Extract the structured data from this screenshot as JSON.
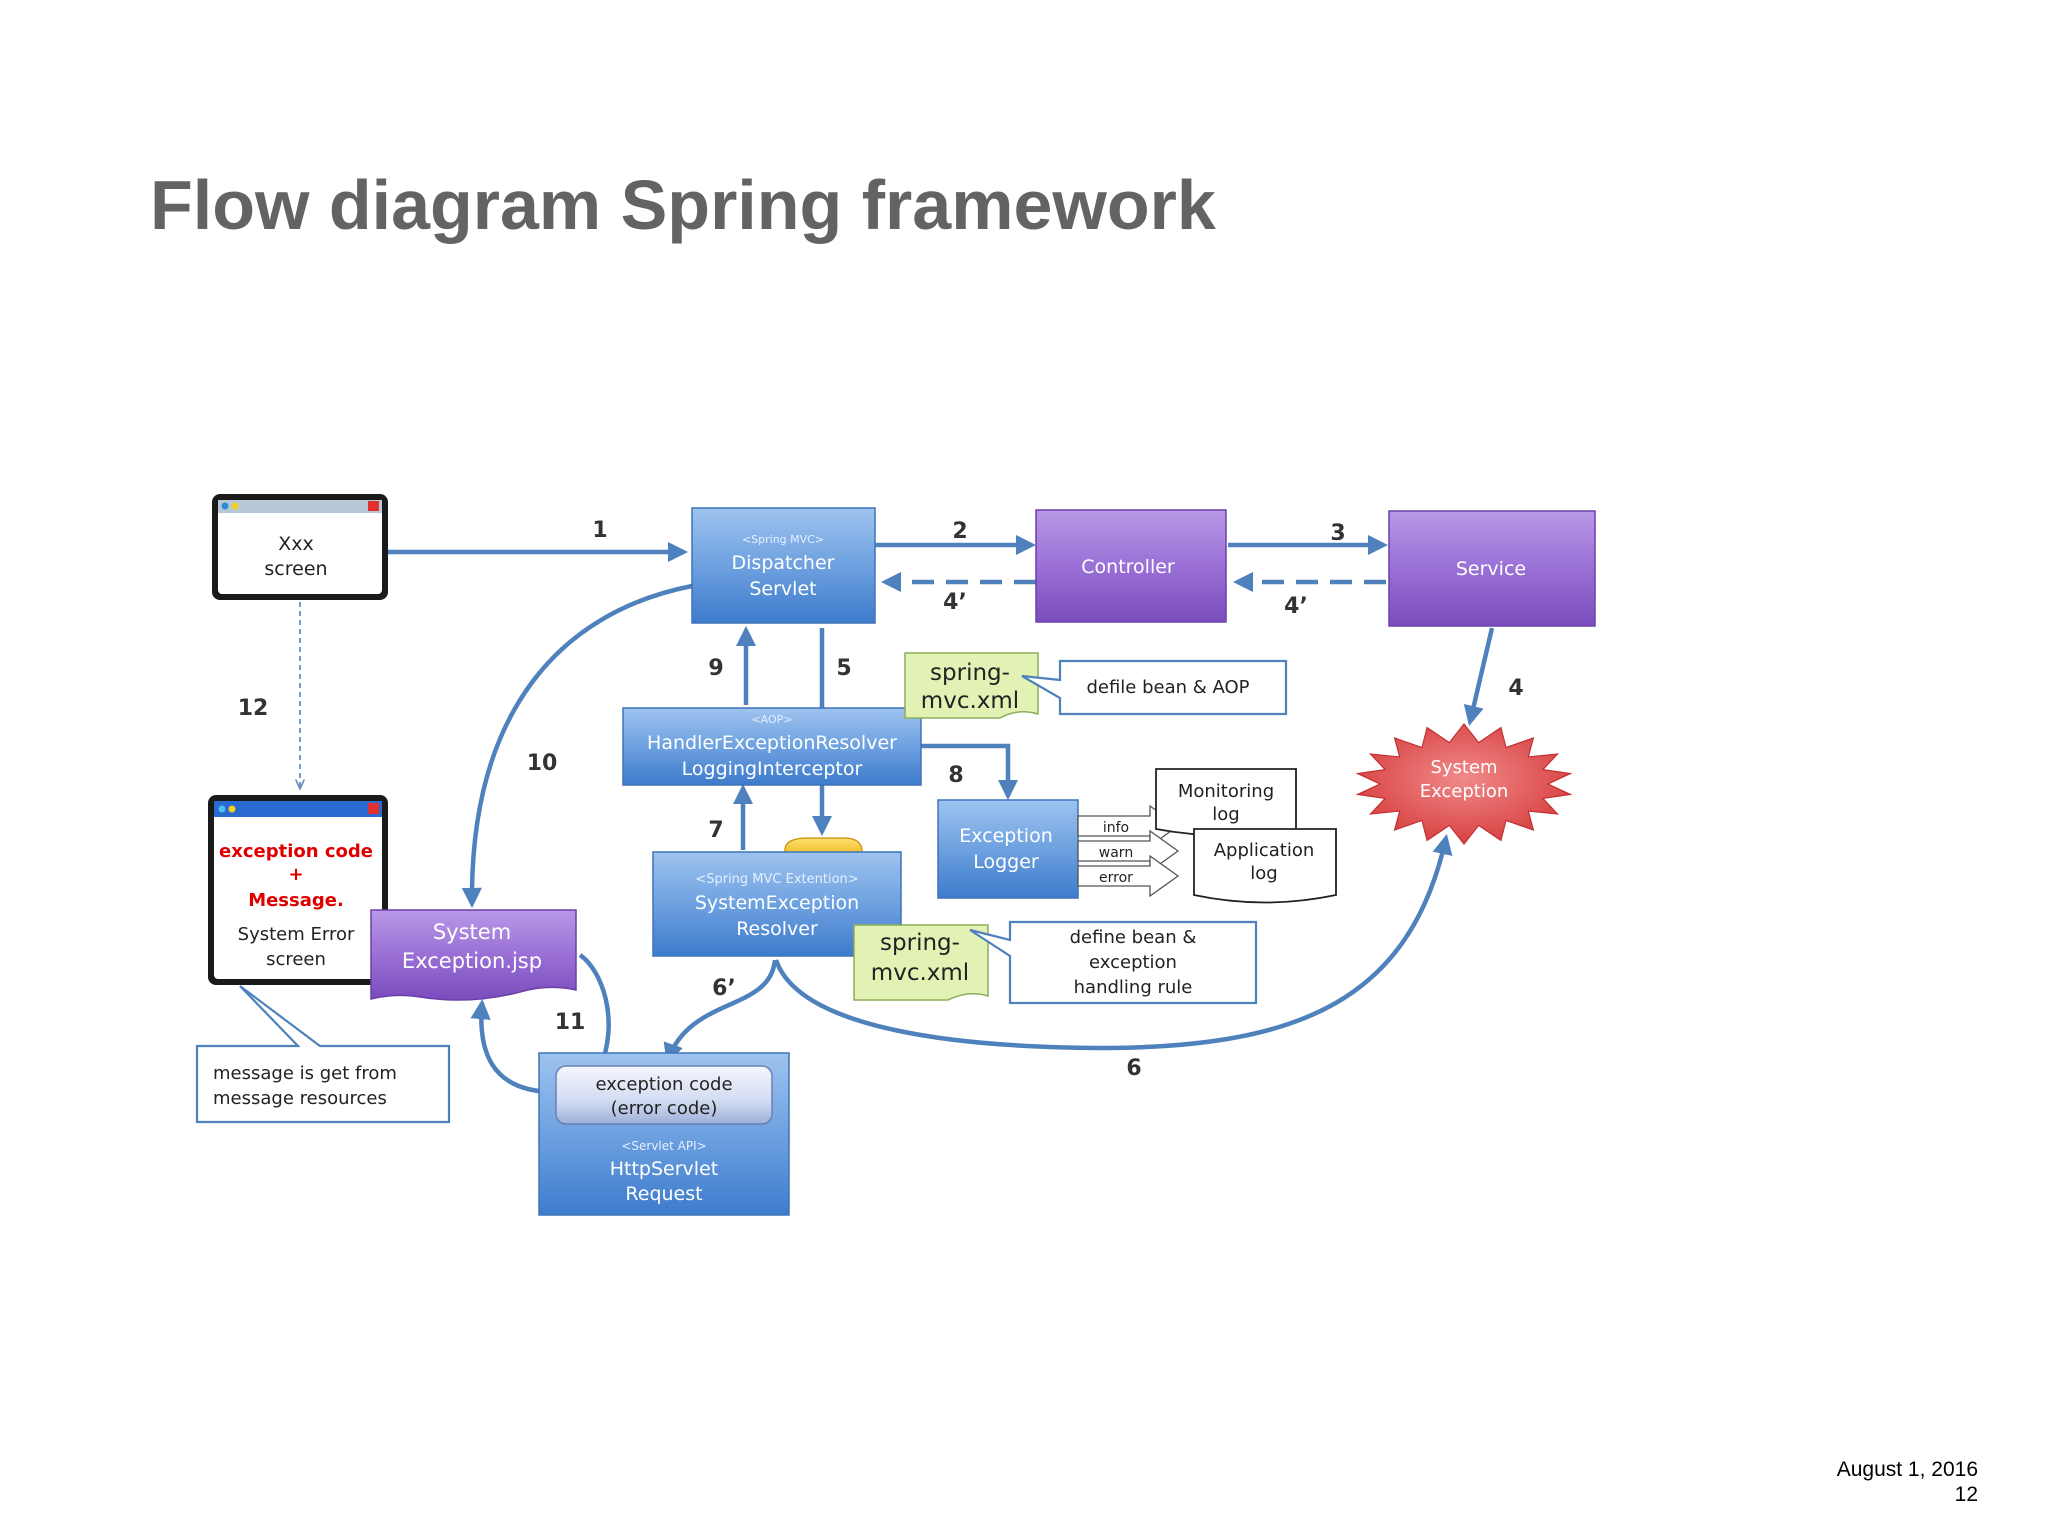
{
  "slide": {
    "title": "Flow diagram Spring framework",
    "date": "August 1, 2016",
    "page_number": "12"
  },
  "colors": {
    "arrow": "#4f81bd",
    "blue_box": "#5b9bd5",
    "purple_box": "#8c58c4",
    "note_green": "#e2f2b4",
    "exception_red": "#e04848",
    "error_text": "#e00000"
  },
  "diagram": {
    "xxx_screen": {
      "line1": "Xxx",
      "line2": "screen"
    },
    "error_screen": {
      "line1": "exception code",
      "line2": "+",
      "line3": "Message.",
      "line4": "System Error",
      "line5": "screen"
    },
    "dispatcher": {
      "stereotype": "<Spring MVC>",
      "line1": "Dispatcher",
      "line2": "Servlet"
    },
    "controller": {
      "label": "Controller"
    },
    "service": {
      "label": "Service"
    },
    "handler": {
      "stereotype": "<AOP>",
      "line1": "HandlerExceptionResolver",
      "line2": "LoggingInterceptor"
    },
    "resolver": {
      "stereotype": "<Spring MVC Extention>",
      "line1": "SystemException",
      "line2": "Resolver"
    },
    "exception_logger": {
      "line1": "Exception",
      "line2": "Logger"
    },
    "system_exception": {
      "line1": "System",
      "line2": "Exception"
    },
    "system_exception_jsp": {
      "line1": "System",
      "line2": "Exception.jsp"
    },
    "http_request": {
      "code_line1": "exception code",
      "code_line2": "(error code)",
      "stereotype": "<Servlet API>",
      "line1": "HttpServlet",
      "line2": "Request"
    },
    "spring_mvc_top": {
      "line1": "spring-",
      "line2": "mvc.xml"
    },
    "spring_mvc_bottom": {
      "line1": "spring-",
      "line2": "mvc.xml"
    },
    "callout_aop": {
      "text": "defile bean & AOP"
    },
    "callout_rule": {
      "line1": "define bean &",
      "line2": "exception",
      "line3": "handling rule"
    },
    "callout_message": {
      "line1": "message is get from",
      "line2": "message resources"
    },
    "monitoring_log": {
      "line1": "Monitoring",
      "line2": "log"
    },
    "application_log": {
      "line1": "Application",
      "line2": "log"
    },
    "log_levels": {
      "info": "info",
      "warn": "warn",
      "error": "error"
    },
    "steps": {
      "s1": "1",
      "s2": "2",
      "s3": "3",
      "s4": "4",
      "s4p_left": "4’",
      "s4p_right": "4’",
      "s5": "5",
      "s6": "6",
      "s6p": "6’",
      "s7": "7",
      "s8": "8",
      "s9": "9",
      "s10": "10",
      "s11": "11",
      "s12": "12"
    }
  }
}
